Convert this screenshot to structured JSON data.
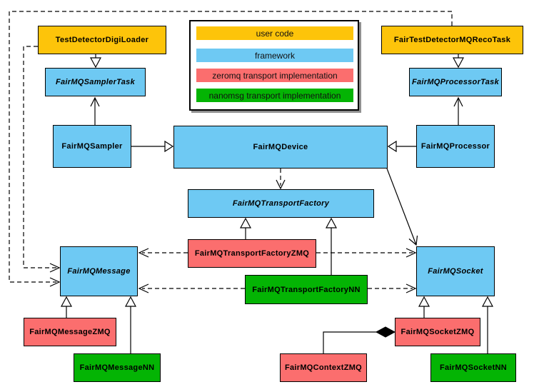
{
  "diagram_type": "uml-class-diagram",
  "colors": {
    "user_code": "#FDC40A",
    "framework": "#6EC9F3",
    "zeromq": "#FB6E6E",
    "nanomsg": "#04B404",
    "line": "#000000",
    "background": "#FFFFFF",
    "legend_shadow": "#909090"
  },
  "legend": {
    "items": [
      {
        "label": "user code",
        "color": "#FDC40A"
      },
      {
        "label": "framework",
        "color": "#6EC9F3"
      },
      {
        "label": "zeromq transport implementation",
        "color": "#FB6E6E"
      },
      {
        "label": "nanomsg transport implementation",
        "color": "#04B404"
      }
    ]
  },
  "nodes": {
    "test_detector_digi_loader": {
      "label": "TestDetectorDigiLoader",
      "category": "user code",
      "abstract": false
    },
    "fairmq_sampler_task": {
      "label": "FairMQSamplerTask",
      "category": "framework",
      "abstract": true
    },
    "fairmq_sampler": {
      "label": "FairMQSampler",
      "category": "framework",
      "abstract": false
    },
    "fair_test_detector_mq_reco_task": {
      "label": "FairTestDetectorMQRecoTask",
      "category": "user code",
      "abstract": false
    },
    "fairmq_processor_task": {
      "label": "FairMQProcessorTask",
      "category": "framework",
      "abstract": true
    },
    "fairmq_processor": {
      "label": "FairMQProcessor",
      "category": "framework",
      "abstract": false
    },
    "fairmq_device": {
      "label": "FairMQDevice",
      "category": "framework",
      "abstract": false
    },
    "fairmq_transport_factory": {
      "label": "FairMQTransportFactory",
      "category": "framework",
      "abstract": true
    },
    "fairmq_transport_factory_zmq": {
      "label": "FairMQTransportFactoryZMQ",
      "category": "zeromq",
      "abstract": false
    },
    "fairmq_transport_factory_nn": {
      "label": "FairMQTransportFactoryNN",
      "category": "nanomsg",
      "abstract": false
    },
    "fairmq_message": {
      "label": "FairMQMessage",
      "category": "framework",
      "abstract": true
    },
    "fairmq_socket": {
      "label": "FairMQSocket",
      "category": "framework",
      "abstract": true
    },
    "fairmq_message_zmq": {
      "label": "FairMQMessageZMQ",
      "category": "zeromq",
      "abstract": false
    },
    "fairmq_message_nn": {
      "label": "FairMQMessageNN",
      "category": "nanomsg",
      "abstract": false
    },
    "fairmq_context_zmq": {
      "label": "FairMQContextZMQ",
      "category": "zeromq",
      "abstract": false
    },
    "fairmq_socket_zmq": {
      "label": "FairMQSocketZMQ",
      "category": "zeromq",
      "abstract": false
    },
    "fairmq_socket_nn": {
      "label": "FairMQSocketNN",
      "category": "nanomsg",
      "abstract": false
    }
  },
  "edges": [
    {
      "from": "TestDetectorDigiLoader",
      "to": "FairMQSamplerTask",
      "type": "inheritance"
    },
    {
      "from": "FairTestDetectorMQRecoTask",
      "to": "FairMQProcessorTask",
      "type": "inheritance"
    },
    {
      "from": "FairMQSampler",
      "to": "FairMQDevice",
      "type": "inheritance"
    },
    {
      "from": "FairMQProcessor",
      "to": "FairMQDevice",
      "type": "inheritance"
    },
    {
      "from": "FairMQSampler",
      "to": "FairMQSamplerTask",
      "type": "association"
    },
    {
      "from": "FairMQProcessor",
      "to": "FairMQProcessorTask",
      "type": "association"
    },
    {
      "from": "FairMQDevice",
      "to": "FairMQTransportFactory",
      "type": "dependency"
    },
    {
      "from": "FairMQDevice",
      "to": "FairMQSocket",
      "type": "association"
    },
    {
      "from": "FairMQTransportFactoryZMQ",
      "to": "FairMQTransportFactory",
      "type": "inheritance"
    },
    {
      "from": "FairMQTransportFactoryNN",
      "to": "FairMQTransportFactory",
      "type": "inheritance"
    },
    {
      "from": "FairMQTransportFactoryZMQ",
      "to": "FairMQMessage",
      "type": "dependency"
    },
    {
      "from": "FairMQTransportFactoryZMQ",
      "to": "FairMQSocket",
      "type": "dependency"
    },
    {
      "from": "FairMQTransportFactoryNN",
      "to": "FairMQMessage",
      "type": "dependency"
    },
    {
      "from": "FairMQTransportFactoryNN",
      "to": "FairMQSocket",
      "type": "dependency"
    },
    {
      "from": "TestDetectorDigiLoader",
      "to": "FairMQMessage",
      "type": "dependency"
    },
    {
      "from": "FairTestDetectorMQRecoTask",
      "to": "FairMQMessage",
      "type": "dependency"
    },
    {
      "from": "FairMQMessageZMQ",
      "to": "FairMQMessage",
      "type": "inheritance"
    },
    {
      "from": "FairMQMessageNN",
      "to": "FairMQMessage",
      "type": "inheritance"
    },
    {
      "from": "FairMQSocketZMQ",
      "to": "FairMQSocket",
      "type": "inheritance"
    },
    {
      "from": "FairMQSocketNN",
      "to": "FairMQSocket",
      "type": "inheritance"
    },
    {
      "from": "FairMQSocketZMQ",
      "to": "FairMQContextZMQ",
      "type": "composition"
    }
  ]
}
